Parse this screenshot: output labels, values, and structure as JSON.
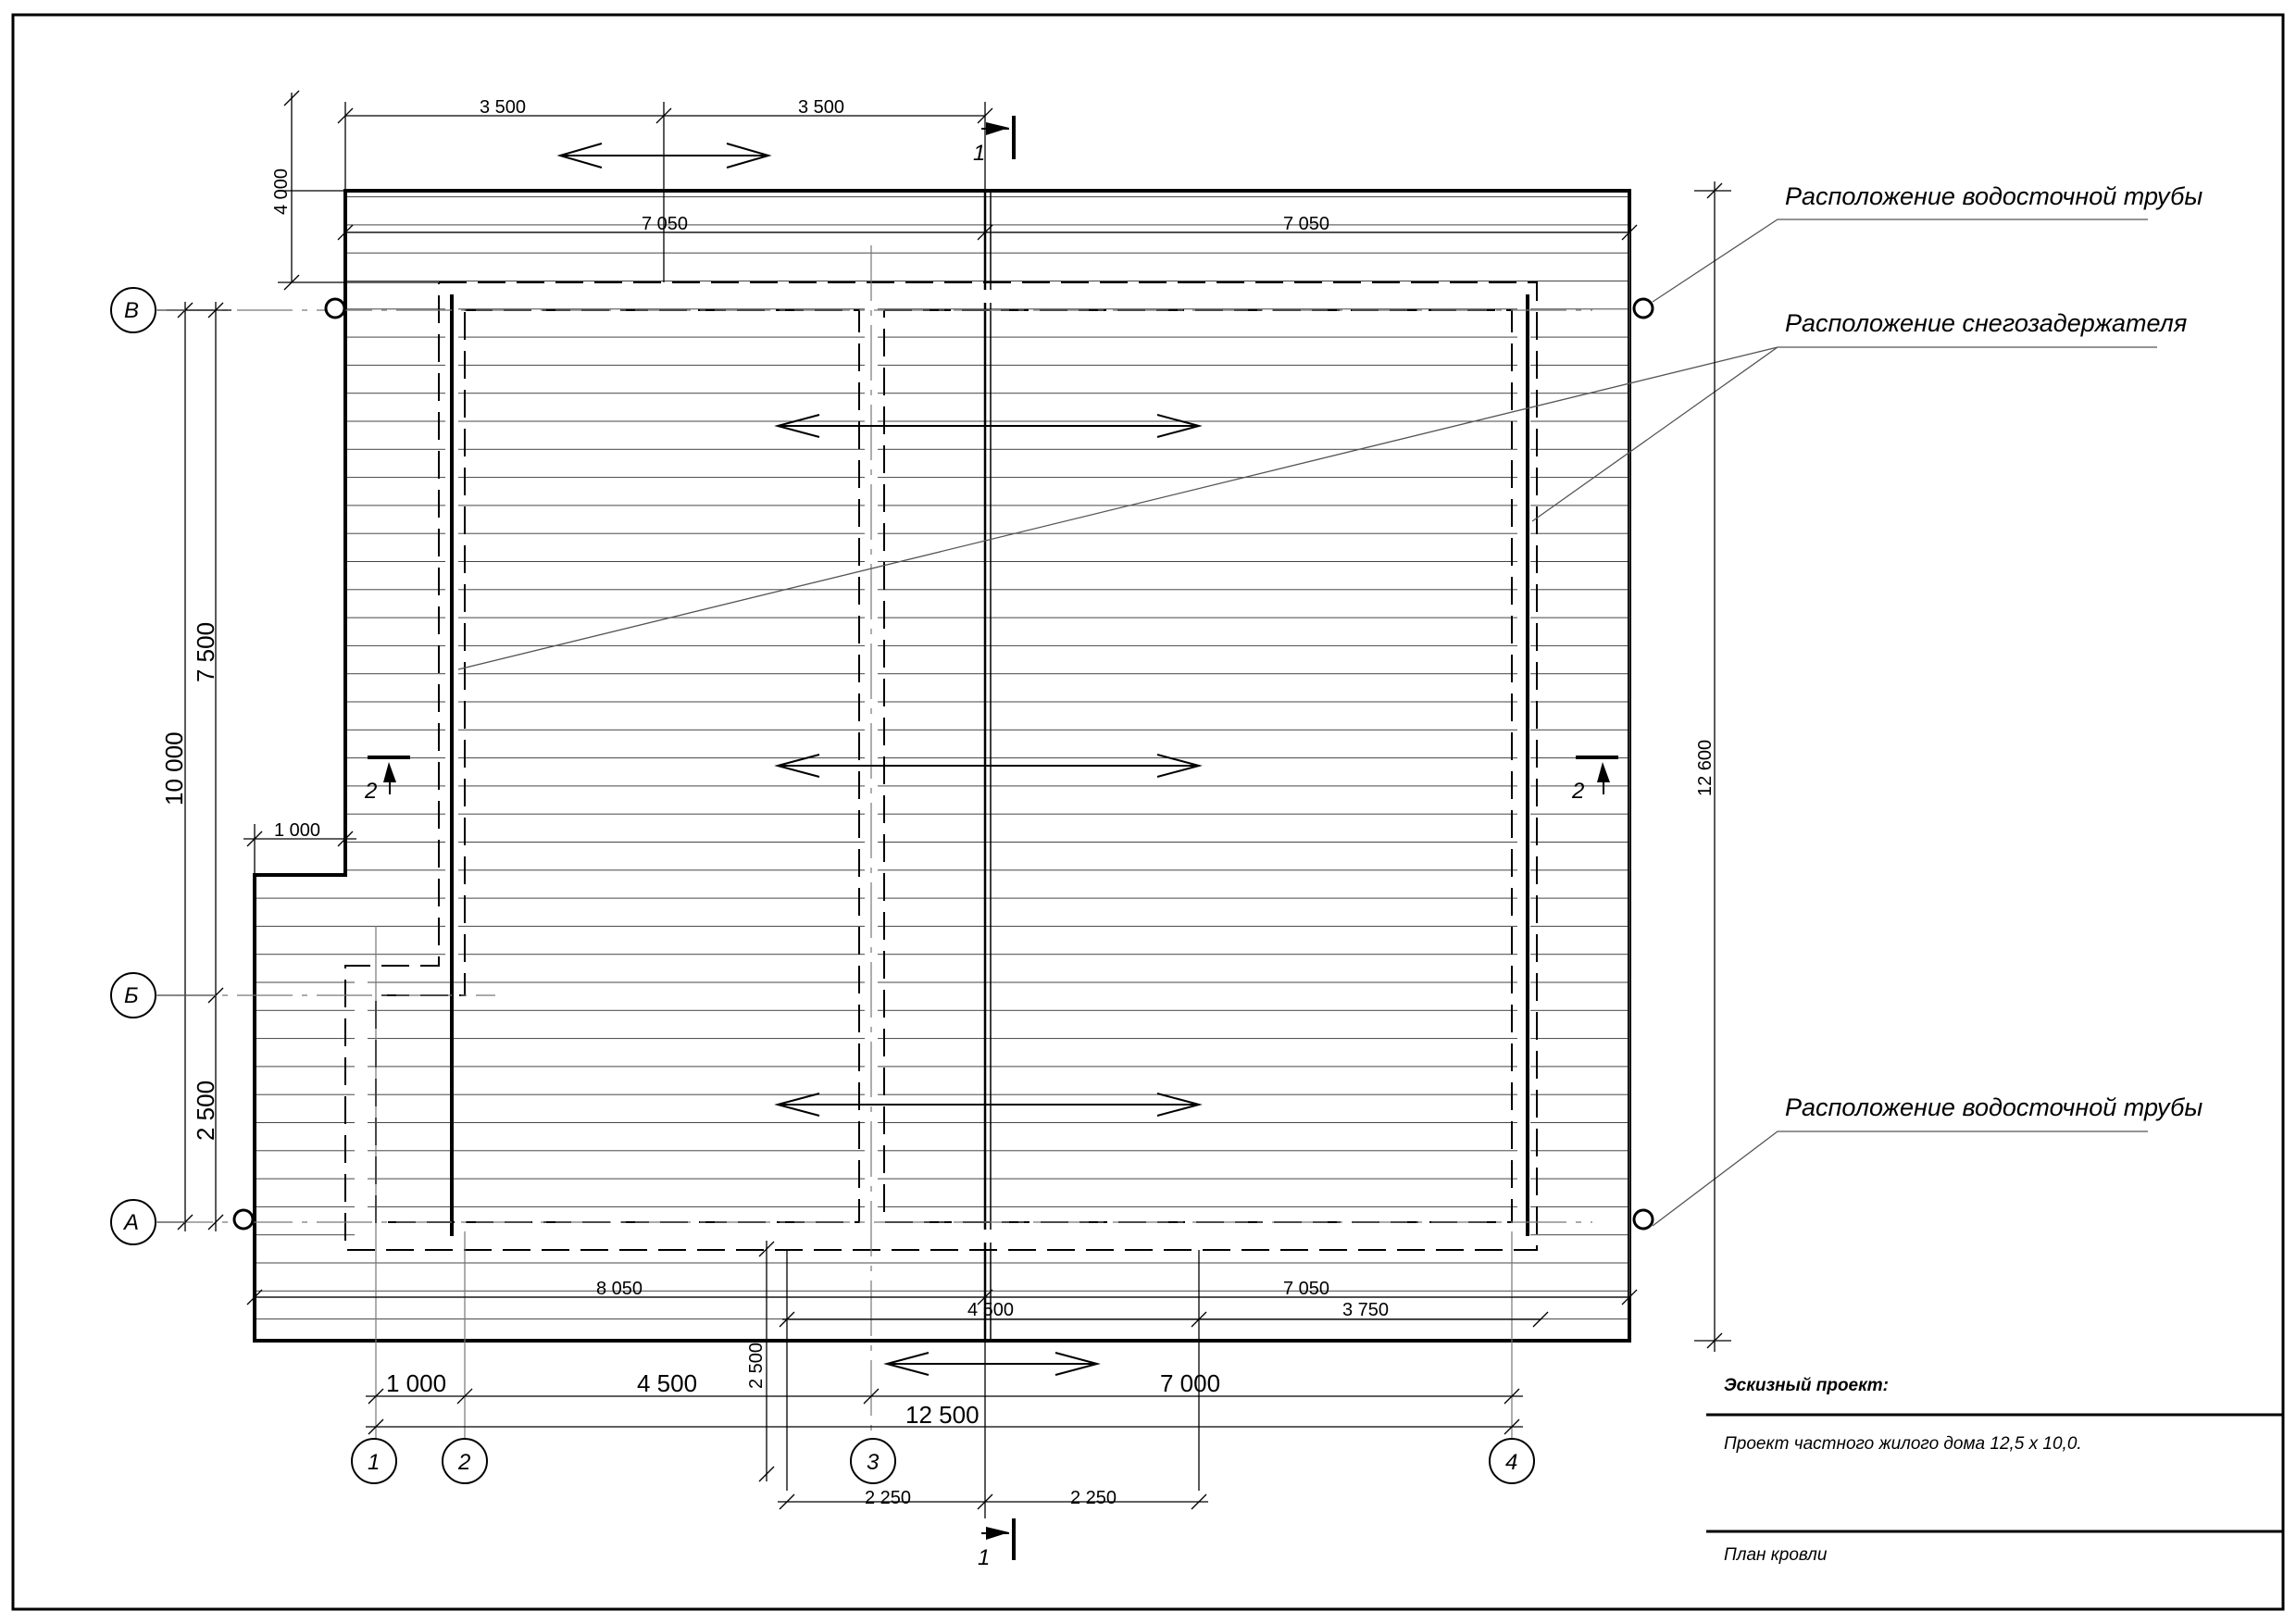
{
  "title_block": {
    "stage": "Эскизный проект:",
    "project": "Проект частного жилого дома 12,5 х 10,0.",
    "sheet": "План кровли"
  },
  "callouts": {
    "downpipe_top": "Расположение водосточной трубы",
    "snow_guard": "Расположение снегозадержателя",
    "downpipe_bottom": "Расположение водосточной трубы"
  },
  "axes": {
    "row_v": "В",
    "row_b": "Б",
    "row_a": "А",
    "col_1": "1",
    "col_2": "2",
    "col_3": "3",
    "col_4": "4"
  },
  "cuts": {
    "section_1_top": "1",
    "section_1_bottom": "1",
    "section_2_left": "2",
    "section_2_right": "2"
  },
  "dimensions": {
    "top_3500_a": "3 500",
    "top_3500_b": "3 500",
    "top_4000": "4 000",
    "eave_7050_left": "7 050",
    "eave_7050_right": "7 050",
    "left_10000": "10 000",
    "left_7500": "7 500",
    "left_2500": "2 500",
    "left_1000": "1 000",
    "right_12600": "12 600",
    "bottom_8050": "8 050",
    "bottom_7050": "7 050",
    "bottom_4500_small": "4 500",
    "bottom_3750": "3 750",
    "vertical_2500": "2 500",
    "bottom_1000": "1 000",
    "bottom_4500": "4 500",
    "bottom_7000": "7 000",
    "bottom_12500": "12 500",
    "bottom_2250_a": "2 250",
    "bottom_2250_b": "2 250"
  }
}
